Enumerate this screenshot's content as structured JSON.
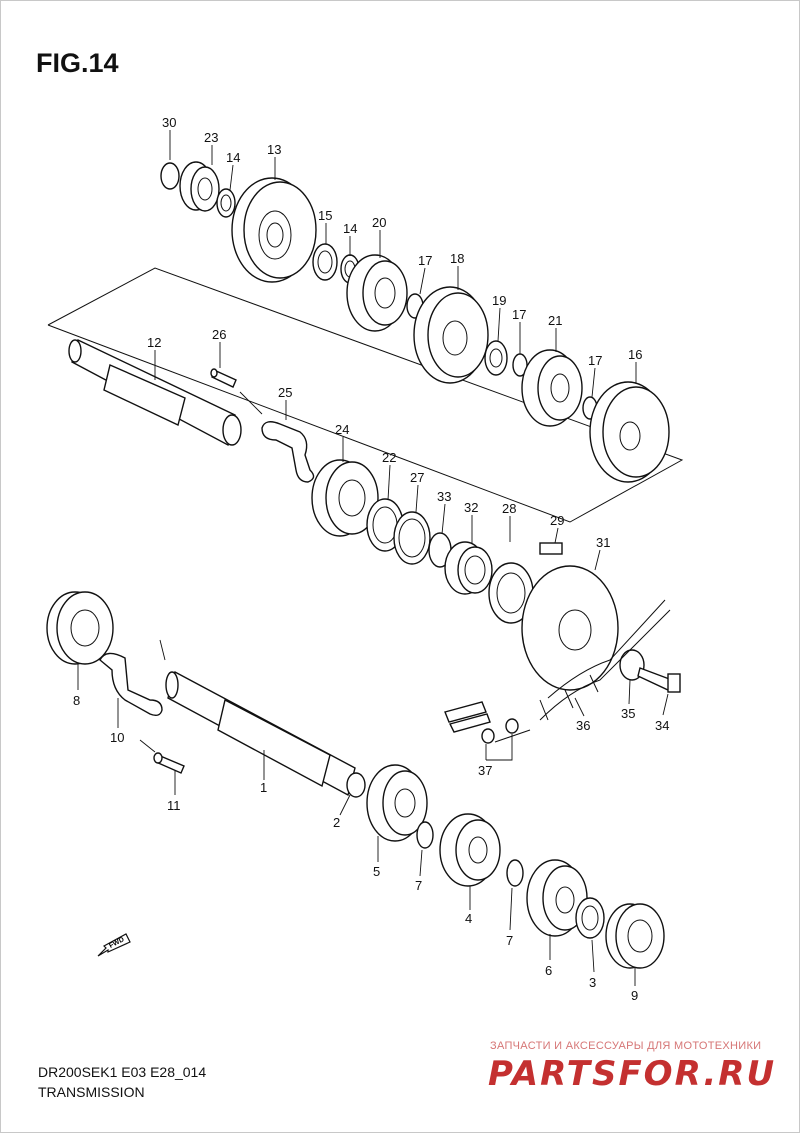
{
  "figure": {
    "title": "FIG.14",
    "model_code": "DR200SEK1 E03 E28_014",
    "section_name": "TRANSMISSION"
  },
  "fwd_marker": {
    "label": "FWD",
    "icon": "fwd-arrow-icon"
  },
  "watermark": {
    "tagline": "ЗАПЧАСТИ И АКСЕССУАРЫ ДЛЯ МОТОТЕХНИКИ",
    "logo_text": "PARTSFOR.RU",
    "color": "#c43030"
  },
  "callouts": [
    {
      "id": "c1",
      "label": "1"
    },
    {
      "id": "c2",
      "label": "2"
    },
    {
      "id": "c3",
      "label": "3"
    },
    {
      "id": "c4",
      "label": "4"
    },
    {
      "id": "c5",
      "label": "5"
    },
    {
      "id": "c6",
      "label": "6"
    },
    {
      "id": "c7a",
      "label": "7"
    },
    {
      "id": "c7b",
      "label": "7"
    },
    {
      "id": "c8",
      "label": "8"
    },
    {
      "id": "c9",
      "label": "9"
    },
    {
      "id": "c10",
      "label": "10"
    },
    {
      "id": "c11",
      "label": "11"
    },
    {
      "id": "c12",
      "label": "12"
    },
    {
      "id": "c13",
      "label": "13"
    },
    {
      "id": "c14a",
      "label": "14"
    },
    {
      "id": "c14b",
      "label": "14"
    },
    {
      "id": "c15",
      "label": "15"
    },
    {
      "id": "c16",
      "label": "16"
    },
    {
      "id": "c17a",
      "label": "17"
    },
    {
      "id": "c17b",
      "label": "17"
    },
    {
      "id": "c17c",
      "label": "17"
    },
    {
      "id": "c18",
      "label": "18"
    },
    {
      "id": "c19",
      "label": "19"
    },
    {
      "id": "c20",
      "label": "20"
    },
    {
      "id": "c21",
      "label": "21"
    },
    {
      "id": "c22",
      "label": "22"
    },
    {
      "id": "c23",
      "label": "23"
    },
    {
      "id": "c24",
      "label": "24"
    },
    {
      "id": "c25",
      "label": "25"
    },
    {
      "id": "c26",
      "label": "26"
    },
    {
      "id": "c27",
      "label": "27"
    },
    {
      "id": "c28",
      "label": "28"
    },
    {
      "id": "c29",
      "label": "29"
    },
    {
      "id": "c30",
      "label": "30"
    },
    {
      "id": "c31",
      "label": "31"
    },
    {
      "id": "c32",
      "label": "32"
    },
    {
      "id": "c33",
      "label": "33"
    },
    {
      "id": "c34",
      "label": "34"
    },
    {
      "id": "c35",
      "label": "35"
    },
    {
      "id": "c36",
      "label": "36"
    },
    {
      "id": "c37",
      "label": "37"
    }
  ]
}
